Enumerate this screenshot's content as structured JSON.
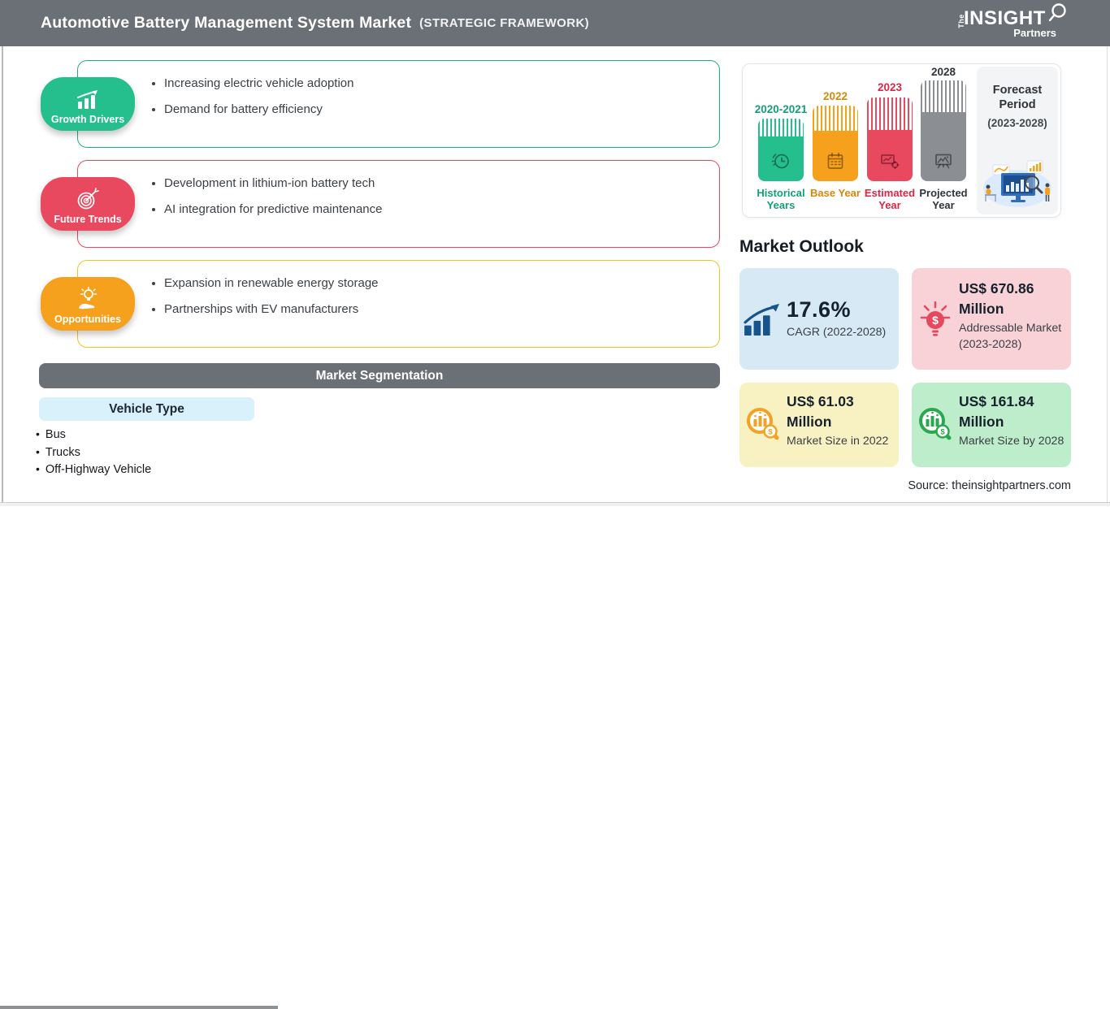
{
  "header": {
    "title": "Automotive Battery Management System Market",
    "subtitle": "(STRATEGIC FRAMEWORK)",
    "logo": {
      "the": "The",
      "insight": "INSIGHT",
      "partners": "Partners"
    }
  },
  "framework": {
    "sections": [
      {
        "label": "Growth Drivers",
        "color": "#24bf8c",
        "border_color": "#1fae80",
        "icon": "growth-bars-icon",
        "bullets": [
          "Increasing electric vehicle adoption",
          "Demand for battery efficiency"
        ]
      },
      {
        "label": "Future Trends",
        "color": "#e8495f",
        "border_color": "#e8495f",
        "icon": "target-dart-icon",
        "bullets": [
          "Development in lithium-ion battery tech",
          "AI integration for predictive maintenance"
        ]
      },
      {
        "label": "Opportunities",
        "color": "#f6a11e",
        "border_color": "#edc32a",
        "icon": "hand-bulb-icon",
        "bullets": [
          "Expansion in renewable energy storage",
          "Partnerships with EV manufacturers"
        ]
      }
    ]
  },
  "segmentation": {
    "title": "Market Segmentation",
    "category": "Vehicle Type",
    "items": [
      "Bus",
      "Trucks",
      "Off-Highway Vehicle"
    ]
  },
  "timeline": {
    "bars": [
      {
        "year": "2020-2021",
        "label": "Historical Years",
        "color": "#24bf8c",
        "icon": "history-clock-icon"
      },
      {
        "year": "2022",
        "label": "Base Year",
        "color": "#f6a11e",
        "icon": "calendar-icon"
      },
      {
        "year": "2023",
        "label": "Estimated Year",
        "color": "#e8495f",
        "icon": "estimate-monitor-icon"
      },
      {
        "year": "2028",
        "label": "Projected Year",
        "color": "#8b8e92",
        "icon": "projection-screen-icon"
      }
    ],
    "forecast_title": "Forecast Period",
    "forecast_range": "(2023-2028)"
  },
  "outlook": {
    "title": "Market Outlook",
    "cards": [
      {
        "value": "17.6%",
        "desc": "CAGR (2022-2028)",
        "bg": "#d7e9f5",
        "accent": "#17548c",
        "icon": "cagr-growth-icon"
      },
      {
        "value": "US$ 670.86 Million",
        "desc": "Addressable Market (2023-2028)",
        "bg": "#f8d2d6",
        "accent": "#e8485e",
        "icon": "bulb-dollar-icon"
      },
      {
        "value": "US$ 61.03 Million",
        "desc": "Market Size in 2022",
        "bg": "#f8f2c2",
        "accent": "#f2a224",
        "icon": "magnifier-chart-icon"
      },
      {
        "value": "US$ 161.84 Million",
        "desc": "Market Size by 2028",
        "bg": "#bdedca",
        "accent": "#2ba84e",
        "icon": "magnifier-chart-icon"
      }
    ]
  },
  "source": "Source: theinsightpartners.com"
}
